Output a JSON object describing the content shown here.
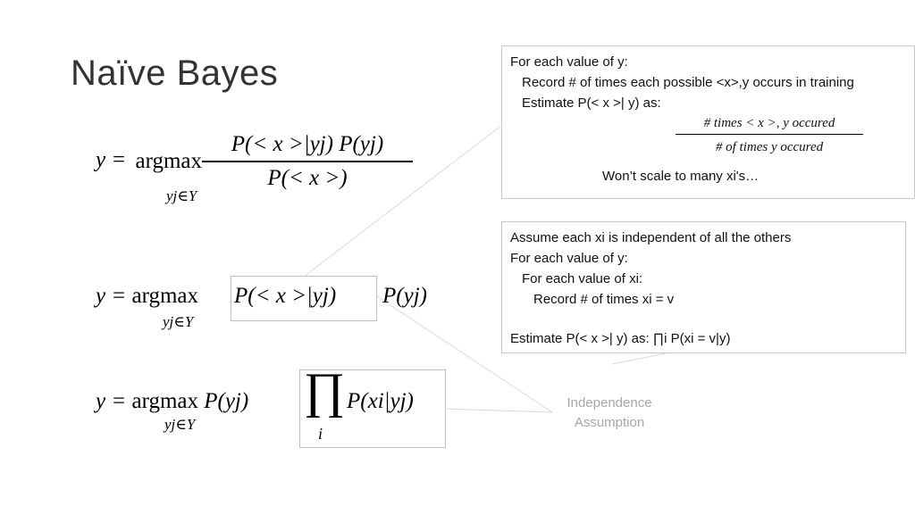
{
  "title": "Naïve Bayes",
  "equations": {
    "argmax": "argmax",
    "eq1": {
      "lhs": "y =",
      "numerator": "P(< x >|yj) P(yj)",
      "denominator": "P(< x >)",
      "under": "yj∈Y"
    },
    "eq2": {
      "lhs": "y =",
      "boxed": "P(< x >|yj)",
      "rest": "P(yj)",
      "under": "yj∈Y"
    },
    "eq3": {
      "lhs": "y =",
      "prior": "P(yj)",
      "prod": "∏",
      "prod_index": "i",
      "term": "P(xi|yj)",
      "under": "yj∈Y"
    }
  },
  "box1": {
    "line1": "For each value of y:",
    "line2": "Record # of times each possible <x>,y occurs in training",
    "line3": "Estimate P(< x >| y) as:",
    "frac_num": "# times < x >, y occured",
    "frac_den": "# of times y occured",
    "line4": "Won’t scale to many xi's…"
  },
  "box2": {
    "line1": "Assume each xi is independent of all the others",
    "line2": "For each value of y:",
    "line3": "For each value of xi:",
    "line4": "Record # of times xi = v",
    "line5": "Estimate P(< x >| y) as: ∏i P(xi = v|y)"
  },
  "annotation": {
    "line1": "Independence",
    "line2": "Assumption"
  }
}
